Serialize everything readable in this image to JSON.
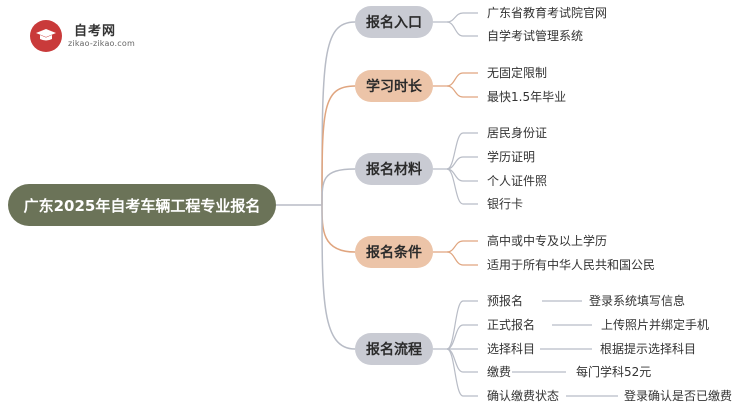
{
  "logo": {
    "title": "自考网",
    "url": "zikao-zikao.com"
  },
  "root": {
    "label": "广东2025年自考车辆工程专业报名"
  },
  "categories": [
    {
      "label": "报名入口",
      "items": [
        "广东省教育考试院官网",
        "自学考试管理系统"
      ]
    },
    {
      "label": "学习时长",
      "items": [
        "无固定限制",
        "最快1.5年毕业"
      ]
    },
    {
      "label": "报名材料",
      "items": [
        "居民身份证",
        "学历证明",
        "个人证件照",
        "银行卡"
      ]
    },
    {
      "label": "报名条件",
      "items": [
        "高中或中专及以上学历",
        "适用于所有中华人民共和国公民"
      ]
    },
    {
      "label": "报名流程",
      "steps": [
        {
          "step": "预报名",
          "detail": "登录系统填写信息"
        },
        {
          "step": "正式报名",
          "detail": "上传照片并绑定手机"
        },
        {
          "step": "选择科目",
          "detail": "根据提示选择科目"
        },
        {
          "step": "缴费",
          "detail": "每门学科52元"
        },
        {
          "step": "确认缴费状态",
          "detail": "登录确认是否已缴费"
        }
      ]
    }
  ],
  "colors": {
    "root_bg": "#6b7358",
    "cat_gray": "#c9cbd3",
    "cat_peach": "#ecc4a8",
    "line_gray": "#b8bcc6",
    "line_peach": "#e0a57f",
    "logo_red": "#c93a3a"
  }
}
